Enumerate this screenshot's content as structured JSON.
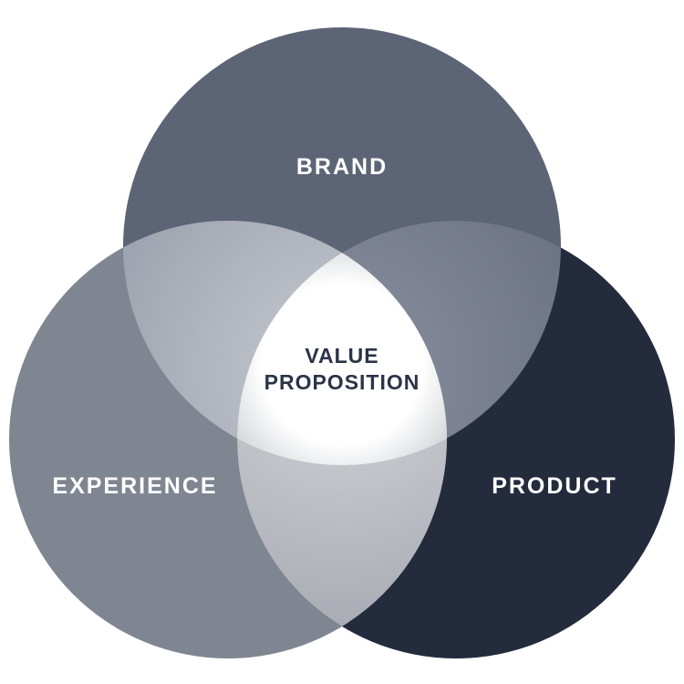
{
  "diagram": {
    "type": "venn",
    "sets": [
      {
        "id": "brand",
        "label": "BRAND"
      },
      {
        "id": "experience",
        "label": "EXPERIENCE"
      },
      {
        "id": "product",
        "label": "PRODUCT"
      }
    ],
    "center_label": {
      "line1": "VALUE",
      "line2": "PROPOSITION"
    }
  },
  "colors": {
    "background": "#ffffff",
    "brand": "#5c6476",
    "experience": "#7f8591",
    "product": "#232b3c",
    "overlap_brand_experience": "#9aa0ac",
    "overlap_brand_experience_inner": "#c7cad1",
    "overlap_brand_product": "#6a7181",
    "overlap_brand_product_inner": "#8a90a0",
    "overlap_experience_product": "#a7aab2",
    "overlap_experience_product_inner": "#d2d4d8",
    "center_core": "#ffffff",
    "center_fade": "#c6c9cf",
    "label_text": "#ffffff",
    "center_text": "#2b3347"
  }
}
